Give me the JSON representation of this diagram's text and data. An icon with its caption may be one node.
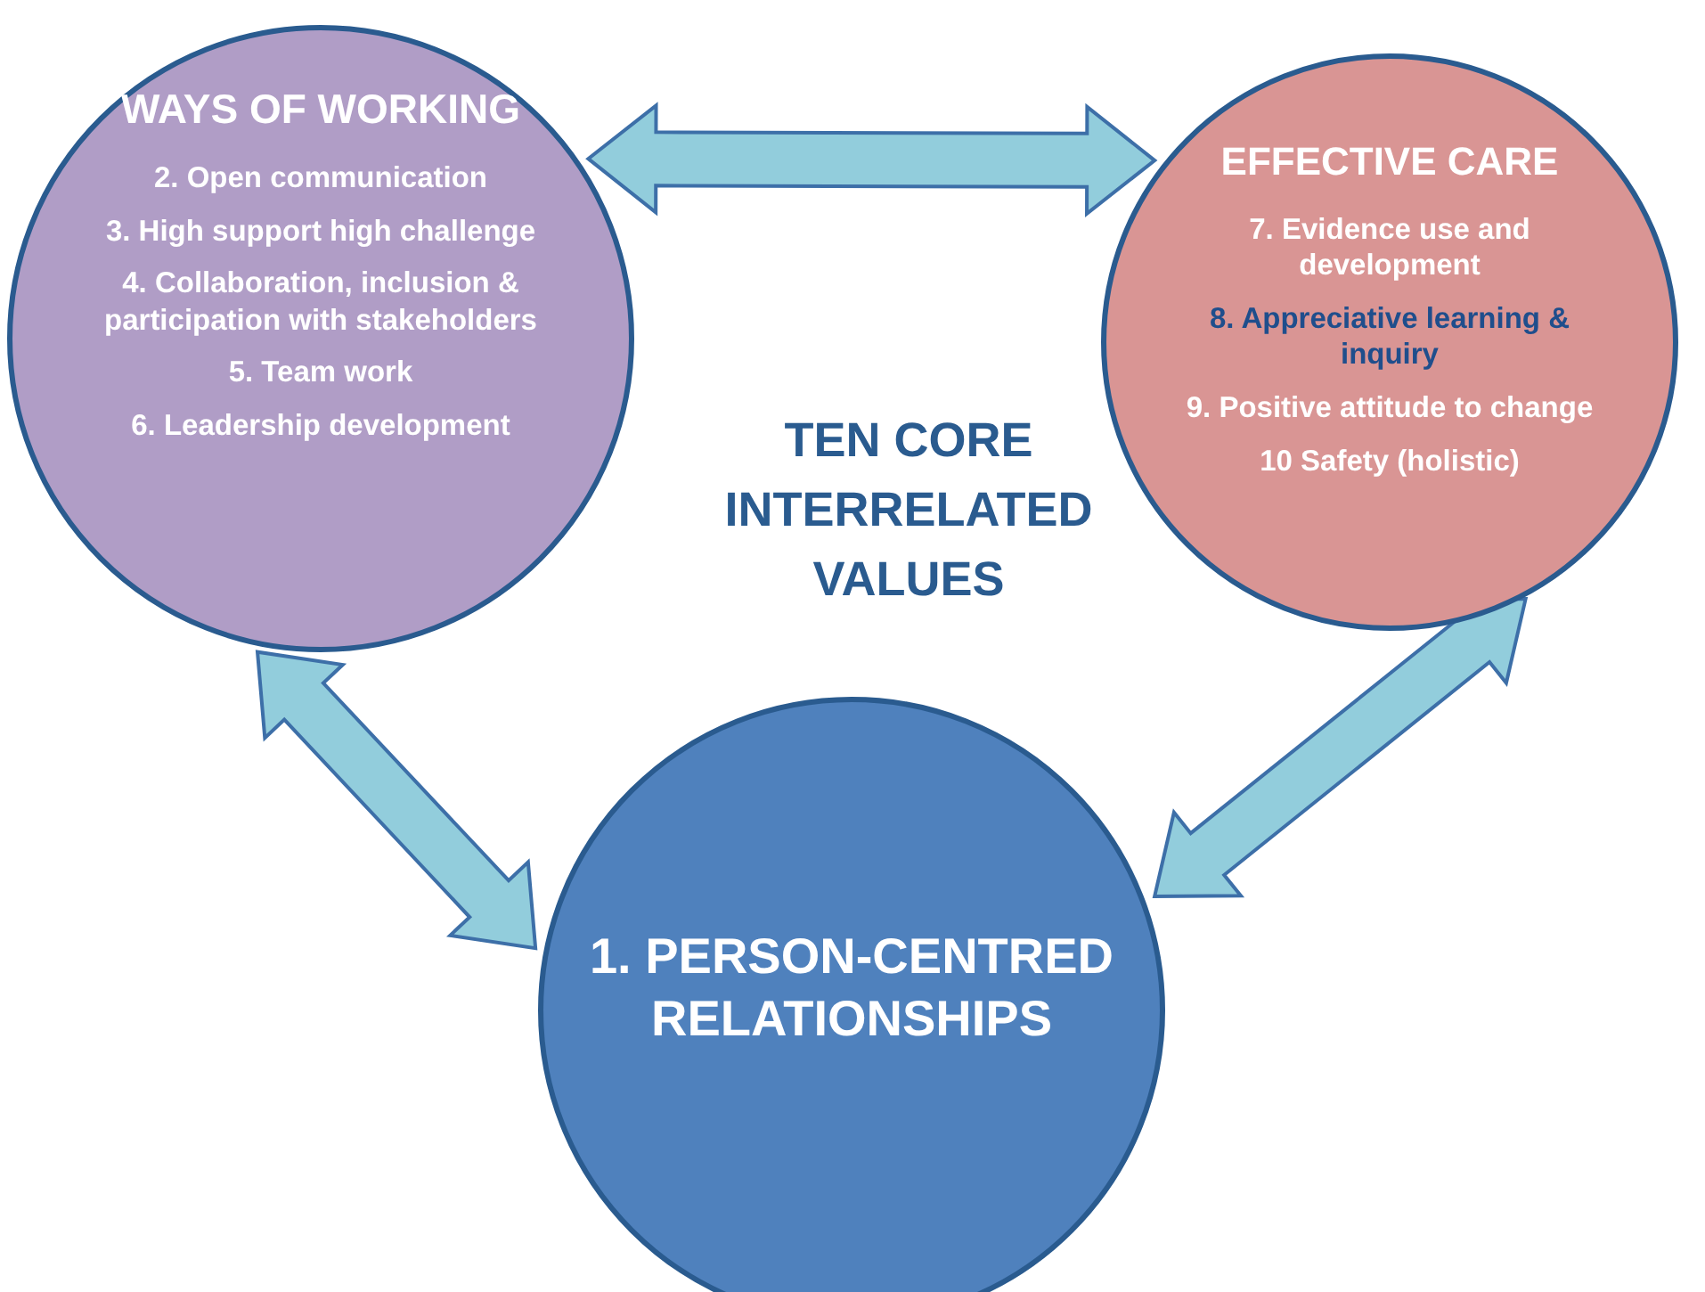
{
  "diagram": {
    "nodes": [
      {
        "text": [
          "WAYS OF WORKING",
          "2. Open communication",
          "3. High support high challenge",
          "4. Collaboration, inclusion & participation with stakeholders",
          "5. Team work",
          "6. Leadership development"
        ]
      },
      {
        "text": [
          "EFFECTIVE CARE",
          "7. Evidence use and development",
          "8. Appreciative learning & inquiry",
          "9. Positive attitude to change",
          "10 Safety  (holistic)"
        ]
      },
      {
        "text": [
          "1. PERSON-CENTRED RELATIONSHIPS"
        ]
      }
    ],
    "edges": [
      {
        "from": 0,
        "to": 1,
        "arrow": "both"
      },
      {
        "from": 0,
        "to": 2,
        "arrow": "both"
      },
      {
        "from": 1,
        "to": 2,
        "arrow": "both"
      }
    ],
    "labels": [
      "TEN CORE INTERRELATED VALUES"
    ]
  }
}
